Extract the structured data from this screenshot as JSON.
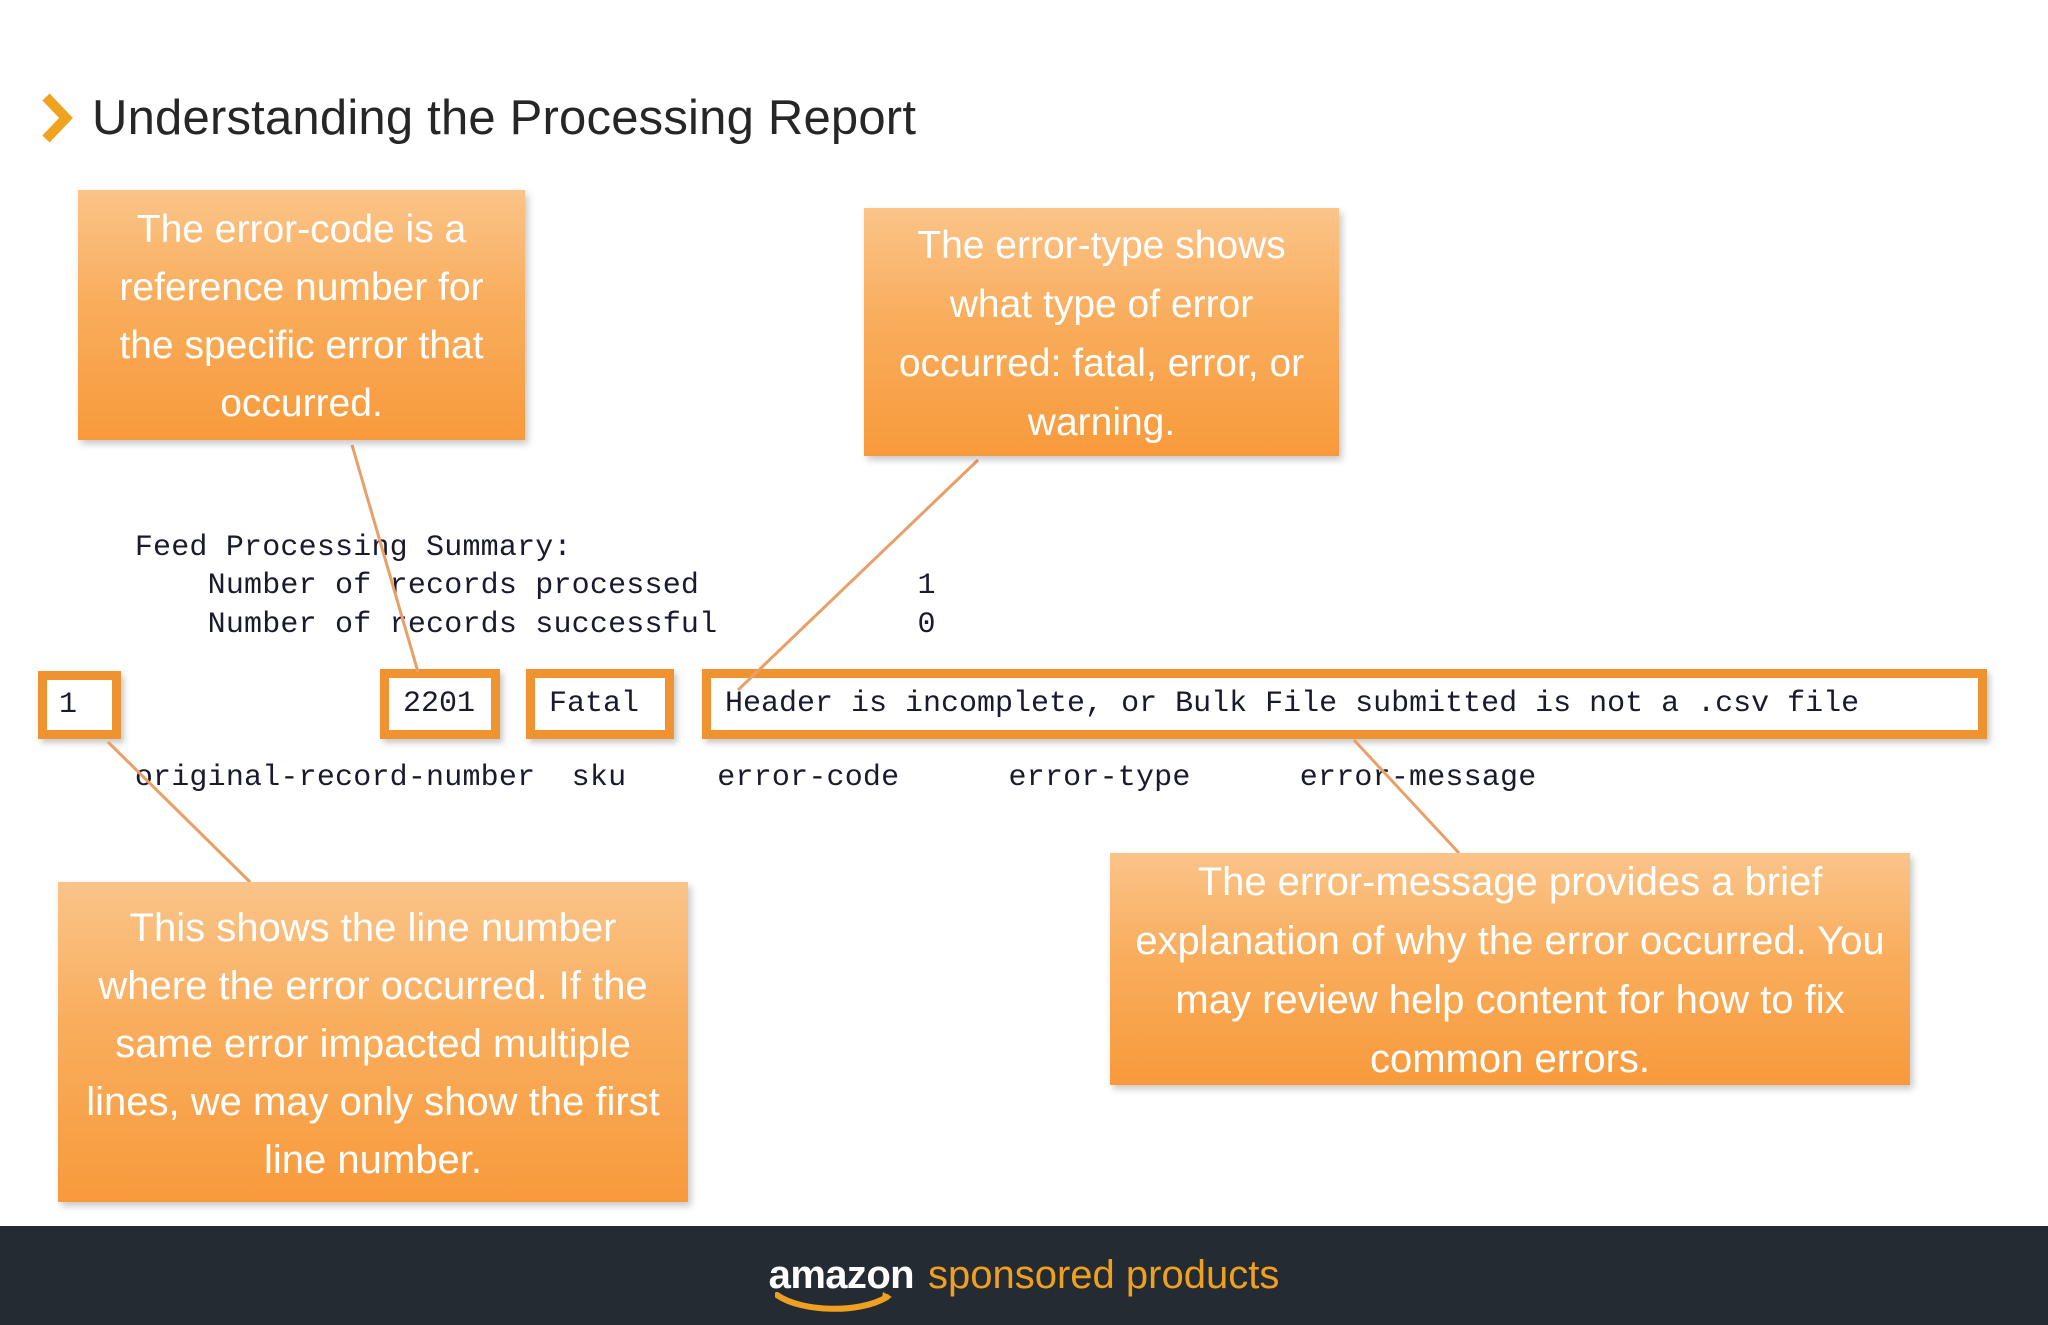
{
  "slide": {
    "title": "Understanding the Processing Report",
    "chevron_icon": "chevron-right-icon",
    "accent_orange": "#ef9330",
    "chevron_color": "#f0a31e",
    "callout_gradient_top": "#fac489",
    "callout_gradient_bottom": "#f89a3c",
    "leader_line_color": "#e8a06a",
    "footer_background": "#242b33"
  },
  "report": {
    "summary_heading": "Feed Processing Summary:",
    "summary_rows": [
      {
        "label": "Number of records processed",
        "value": "1"
      },
      {
        "label": "Number of records successful",
        "value": "0"
      }
    ],
    "summary_text": "Feed Processing Summary:\n        Number of records processed            1\n        Number of records successful           0",
    "columns_text": "original-record-number  sku     error-code      error-type      error-message",
    "columns": [
      "original-record-number",
      "sku",
      "error-code",
      "error-type",
      "error-message"
    ],
    "row": {
      "original_record_number": "1",
      "sku": "",
      "error_code": "2201",
      "error_type": "Fatal",
      "error_message": "Header is incomplete, or Bulk File submitted is not a .csv file"
    }
  },
  "callouts": {
    "error_code": "The error-code is a reference number for the specific error that occurred.",
    "error_type": "The error-type shows what type of error occurred: fatal, error, or warning.",
    "line_number": "This shows the line number where the error occurred.  If the same error impacted multiple lines, we may only show the first line number.",
    "error_message": "The error-message provides a brief explanation of why the error occurred.  You may review help content for how to fix common errors."
  },
  "footer": {
    "brand": "amazon",
    "tagline": "sponsored products",
    "smile_icon": "amazon-smile-icon"
  }
}
